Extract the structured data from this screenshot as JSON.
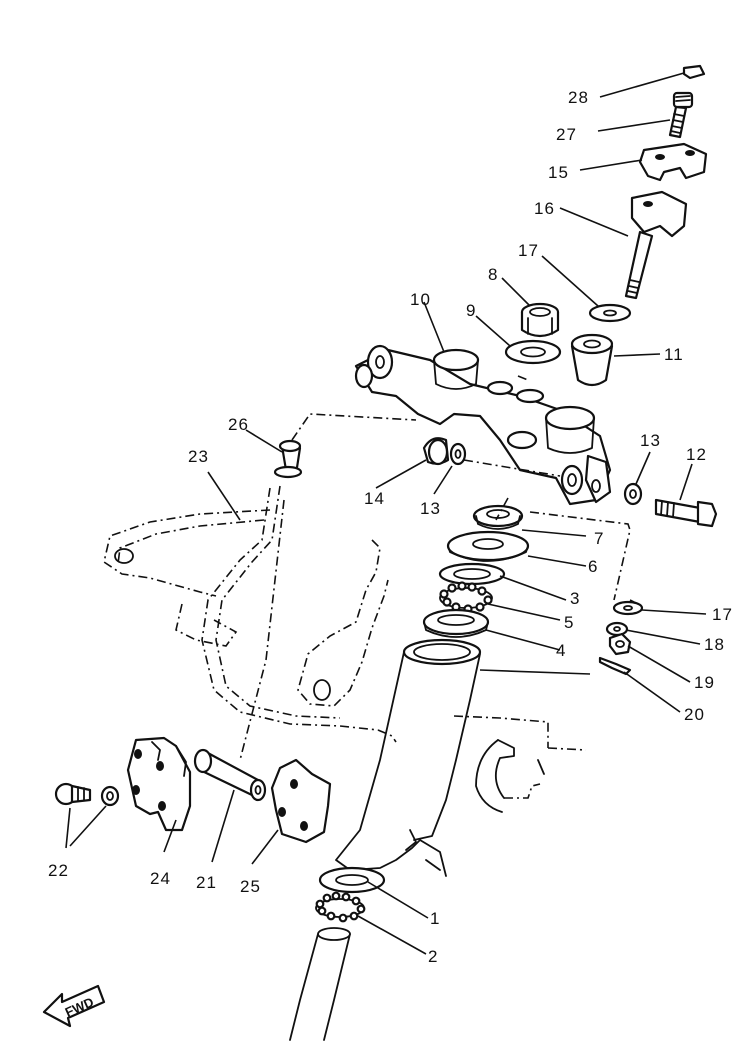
{
  "diagram": {
    "callouts": [
      "1",
      "2",
      "3",
      "4",
      "5",
      "6",
      "7",
      "8",
      "9",
      "10",
      "11",
      "12",
      "13",
      "13",
      "14",
      "15",
      "16",
      "17",
      "17",
      "18",
      "19",
      "20",
      "21",
      "22",
      "23",
      "24",
      "25",
      "26",
      "27",
      "28"
    ],
    "direction_marker": "FWD"
  }
}
